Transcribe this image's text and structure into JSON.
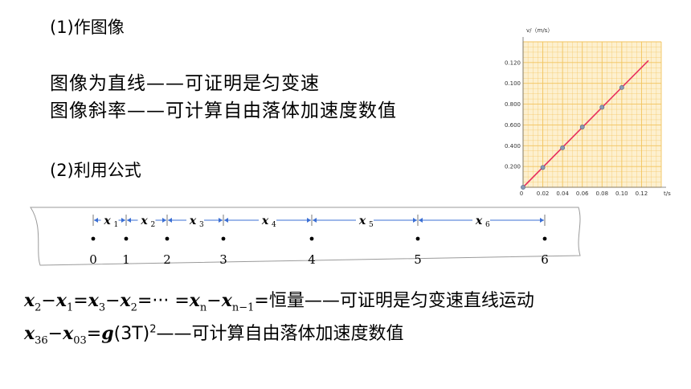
{
  "section1": {
    "heading": "(1)作图像",
    "line1": "图像为直线——可证明是匀变速",
    "line2": "图像斜率——可计算自由落体加速度数值"
  },
  "section2": {
    "heading": "(2)利用公式"
  },
  "chart_data": {
    "type": "line",
    "ylabel": "v/（m/s）",
    "xlabel": "t/s",
    "x_ticks": [
      "0",
      "0.02",
      "0.04",
      "0.06",
      "0.08",
      "0.10",
      "0.12"
    ],
    "y_ticks": [
      "0.200",
      "0.400",
      "0.600",
      "0.800",
      "0.100",
      "0.120"
    ],
    "xlim": [
      0,
      0.14
    ],
    "ylim": [
      0,
      1.4
    ],
    "points": [
      {
        "x": 0.0,
        "y": 0.0
      },
      {
        "x": 0.02,
        "y": 0.19
      },
      {
        "x": 0.04,
        "y": 0.38
      },
      {
        "x": 0.06,
        "y": 0.58
      },
      {
        "x": 0.08,
        "y": 0.77
      },
      {
        "x": 0.1,
        "y": 0.96
      }
    ],
    "fit_line": {
      "x": [
        0.0,
        0.127
      ],
      "y": [
        0.0,
        1.22
      ]
    },
    "grid": true,
    "colors": {
      "background": "#fdf0cf",
      "grid": "#f2c35c",
      "line": "#e8305e",
      "point": "#8a9bb5"
    }
  },
  "tape": {
    "points": [
      "0",
      "1",
      "2",
      "3",
      "4",
      "5",
      "6"
    ],
    "segments": [
      {
        "label": "x",
        "sub": "1"
      },
      {
        "label": "x",
        "sub": "2"
      },
      {
        "label": "x",
        "sub": "3"
      },
      {
        "label": "x",
        "sub": "4"
      },
      {
        "label": "x",
        "sub": "5"
      },
      {
        "label": "x",
        "sub": "6"
      }
    ],
    "colors": {
      "arrow": "#3b6fd4",
      "edge": "#9a9a9a"
    }
  },
  "formula1": {
    "v1": "x",
    "s1": "2",
    "op1": "−",
    "v2": "x",
    "s2": "1",
    "eq1": "=",
    "v3": "x",
    "s3": "3",
    "op2": "−",
    "v4": "x",
    "s4": "2",
    "eq2": "=··· =",
    "v5": "x",
    "s5": "n",
    "op3": "−",
    "v6": "x",
    "s6": "n−1",
    "tail": "=恒量——可证明是匀变速直线运动"
  },
  "formula2": {
    "v1": "x",
    "s1": "36",
    "op1": "−",
    "v2": "x",
    "s2": "03",
    "eq": "=",
    "g": "g",
    "paren": "(3T)",
    "sup": "2",
    "tail": "——可计算自由落体加速度数值"
  }
}
